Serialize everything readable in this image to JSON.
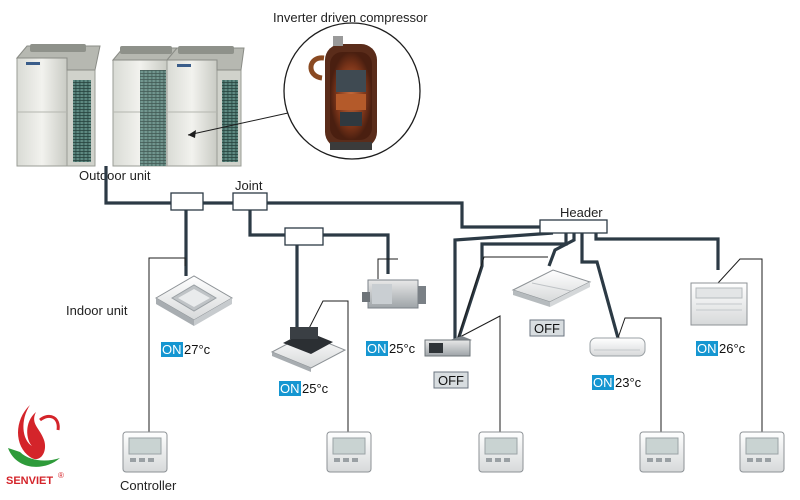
{
  "labels": {
    "compressor": "Inverter driven compressor",
    "outdoor_unit": "Outdoor unit",
    "joint": "Joint",
    "header": "Header",
    "indoor_unit": "Indoor unit",
    "controller": "Controller"
  },
  "indoor_units": [
    {
      "state": "ON",
      "temp": "27°c"
    },
    {
      "state": "ON",
      "temp": "25°c"
    },
    {
      "state": "ON",
      "temp": "25°c"
    },
    {
      "state": "OFF",
      "temp": ""
    },
    {
      "state": "OFF",
      "temp": ""
    },
    {
      "state": "ON",
      "temp": "23°c"
    },
    {
      "state": "ON",
      "temp": "26°c"
    }
  ],
  "logo": {
    "text": "SENVIET",
    "registered": "®"
  },
  "colors": {
    "on_badge": "#1596d1",
    "off_badge": "#d8dde0",
    "pipe": "#2c3a45",
    "logo_red": "#d4242a",
    "logo_green": "#2e9b3a"
  }
}
